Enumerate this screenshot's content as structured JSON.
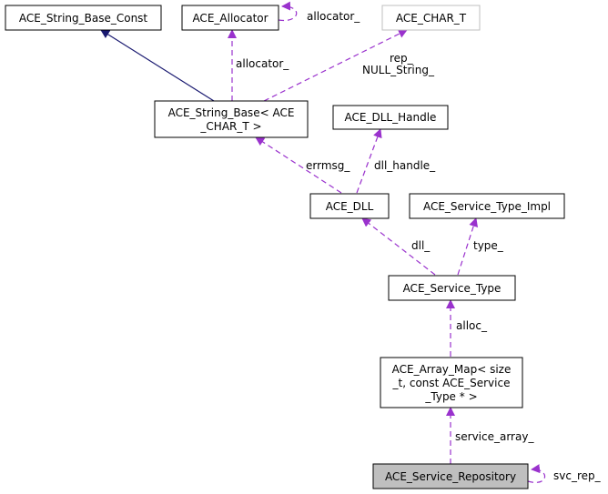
{
  "colors": {
    "inherit_edge": "#191970",
    "usage_edge": "#9a32cd",
    "node_border": "#000000",
    "faded_border": "#bfbfbf",
    "focus_fill": "#bfbfbf"
  },
  "nodes": {
    "string_base_const": [
      "ACE_String_Base_Const"
    ],
    "allocator": [
      "ACE_Allocator"
    ],
    "char_t": [
      "ACE_CHAR_T"
    ],
    "string_base": [
      "ACE_String_Base< ACE",
      "_CHAR_T >"
    ],
    "dll_handle": [
      "ACE_DLL_Handle"
    ],
    "dll": [
      "ACE_DLL"
    ],
    "service_type_impl": [
      "ACE_Service_Type_Impl"
    ],
    "service_type": [
      "ACE_Service_Type"
    ],
    "array_map": [
      "ACE_Array_Map< size",
      "_t, const ACE_Service",
      "_Type * >"
    ],
    "service_repository": [
      "ACE_Service_Repository"
    ]
  },
  "edge_labels": {
    "allocator_self": [
      "allocator_"
    ],
    "allocator_to_string_base": [
      "allocator_"
    ],
    "char_t_to_string_base": [
      "rep_",
      "NULL_String_"
    ],
    "string_base_to_dll": [
      "errmsg_"
    ],
    "dll_handle_to_dll": [
      "dll_handle_"
    ],
    "dll_to_service_type": [
      "dll_"
    ],
    "impl_to_service_type": [
      "type_"
    ],
    "service_type_to_array_map": [
      "alloc_"
    ],
    "array_map_to_repository": [
      "service_array_"
    ],
    "repository_self": [
      "svc_rep_"
    ]
  }
}
